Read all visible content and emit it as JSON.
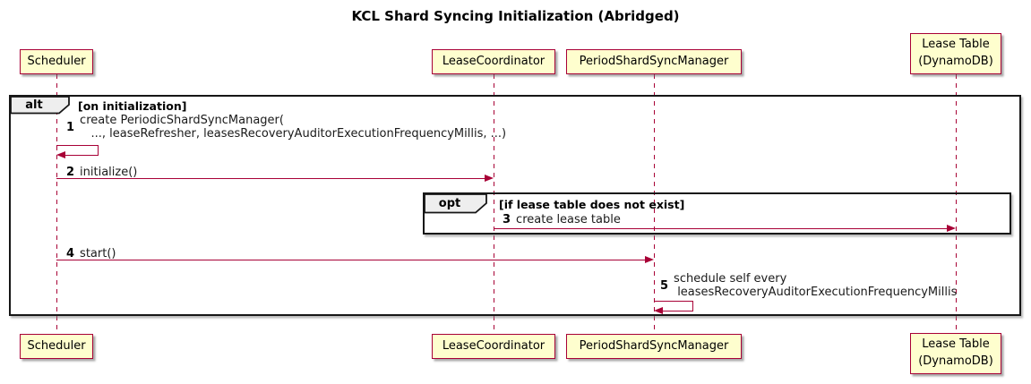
{
  "title": "KCL Shard Syncing Initialization (Abridged)",
  "diagram_type": "sequence",
  "colors": {
    "participant_fill": "#FEFECE",
    "participant_border": "#A80036",
    "arrow": "#A80036",
    "frame_border": "#161616",
    "operator_bg": "#EEEEEE"
  },
  "participants": [
    {
      "name": "Scheduler"
    },
    {
      "name": "LeaseCoordinator"
    },
    {
      "name": "PeriodShardSyncManager"
    },
    {
      "name": "Lease Table\n(DynamoDB)"
    }
  ],
  "frames": {
    "alt": {
      "operator": "alt",
      "condition": "[on initialization]"
    },
    "opt": {
      "operator": "opt",
      "condition": "[if lease table does not exist]"
    }
  },
  "messages": [
    {
      "num": "1",
      "text": "create PeriodicShardSyncManager(\n   ..., leaseRefresher, leasesRecoveryAuditorExecutionFrequencyMillis, ...)",
      "from": "Scheduler",
      "to": "Scheduler",
      "kind": "self"
    },
    {
      "num": "2",
      "text": "initialize()",
      "from": "Scheduler",
      "to": "LeaseCoordinator",
      "kind": "solid"
    },
    {
      "num": "3",
      "text": "create lease table",
      "from": "LeaseCoordinator",
      "to": "Lease Table (DynamoDB)",
      "kind": "solid"
    },
    {
      "num": "4",
      "text": "start()",
      "from": "Scheduler",
      "to": "PeriodShardSyncManager",
      "kind": "solid"
    },
    {
      "num": "5",
      "text": "schedule self every\n leasesRecoveryAuditorExecutionFrequencyMillis",
      "from": "PeriodShardSyncManager",
      "to": "PeriodShardSyncManager",
      "kind": "self"
    }
  ]
}
